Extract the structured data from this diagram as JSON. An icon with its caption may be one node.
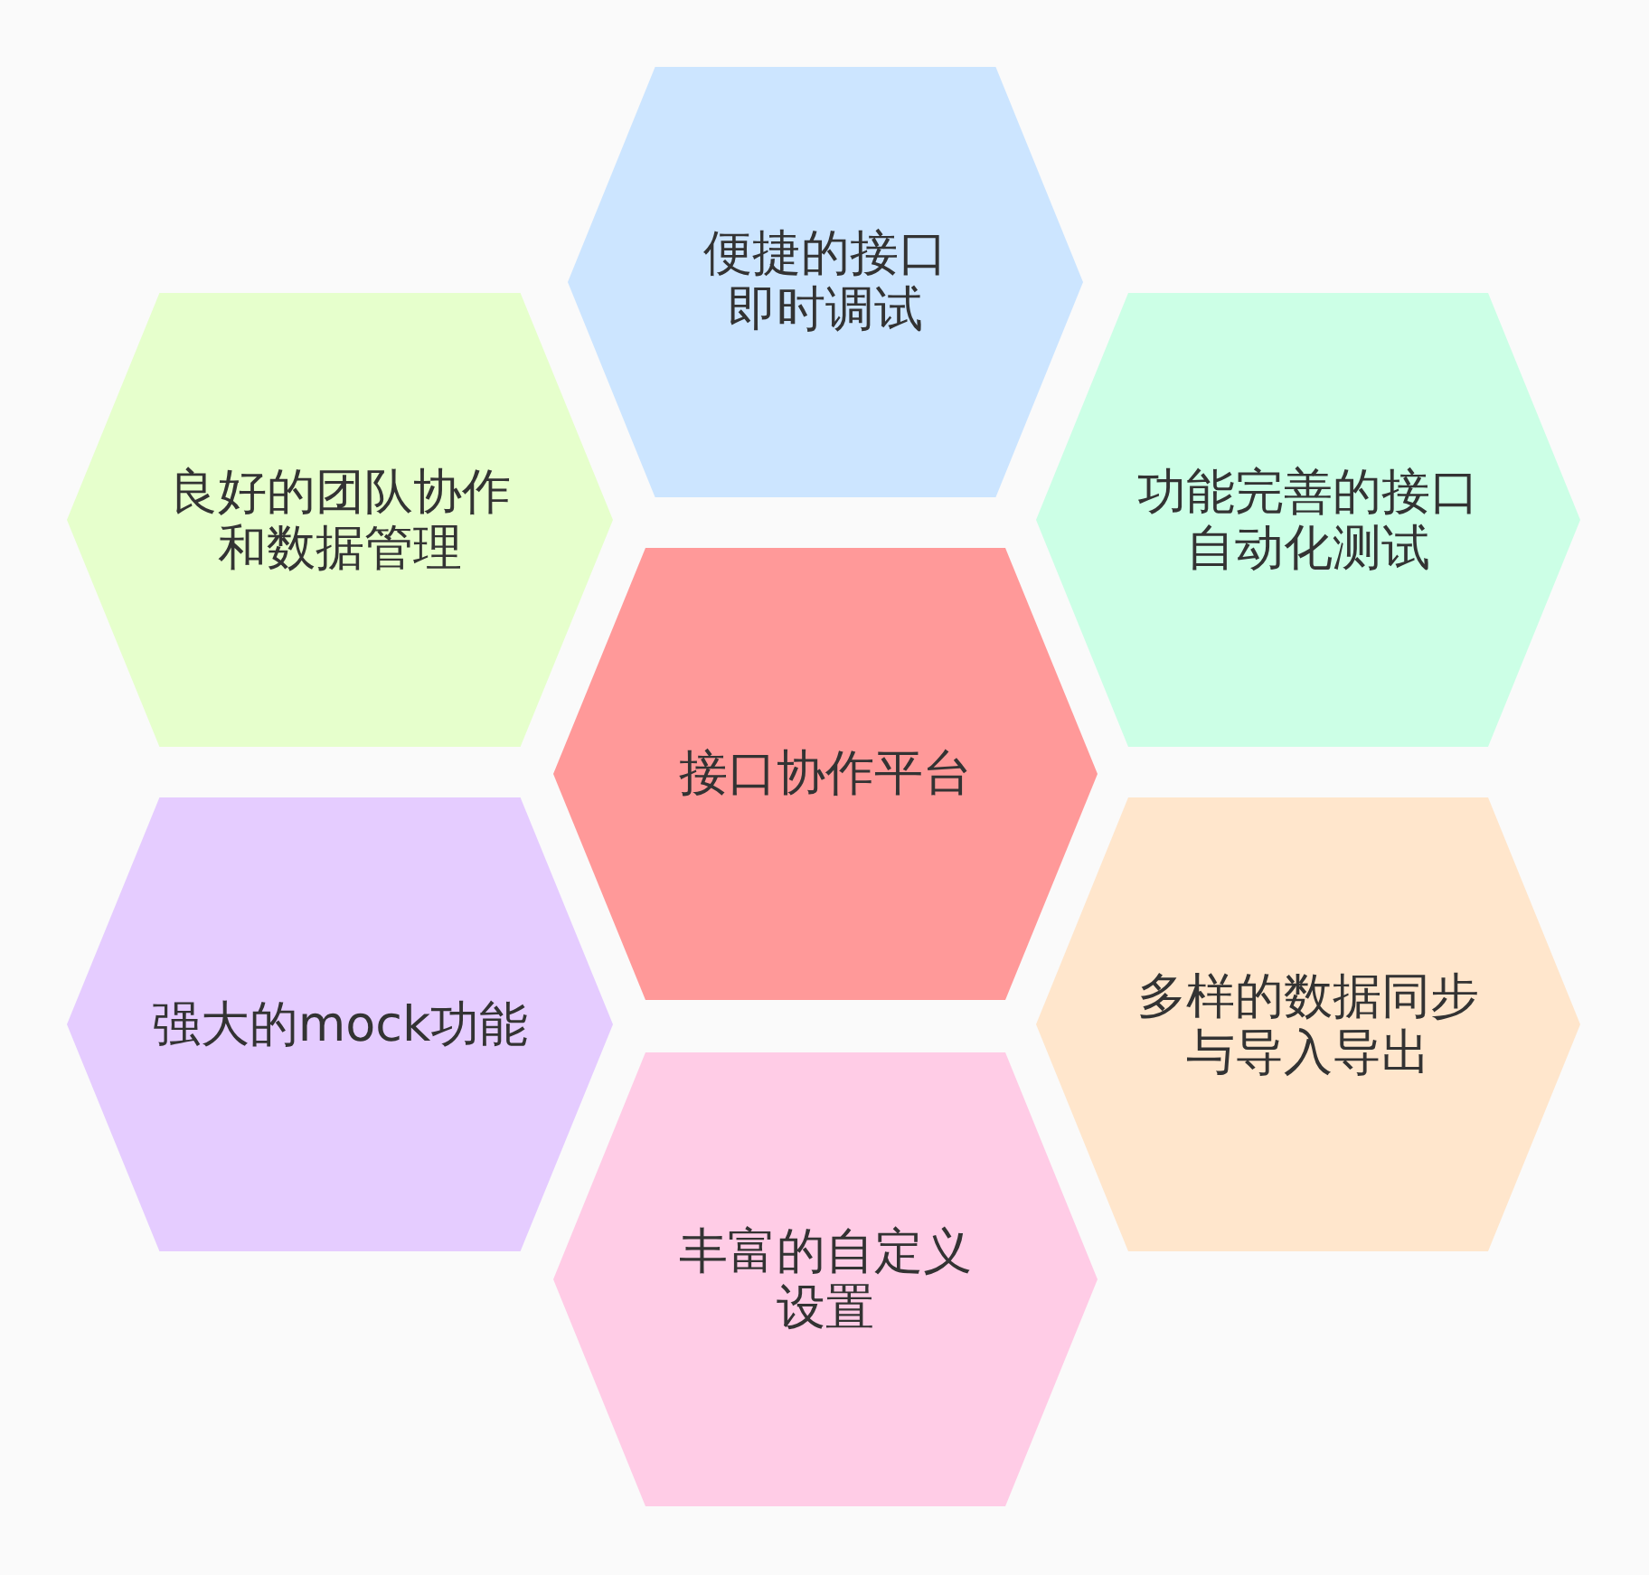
{
  "diagram": {
    "nodes": [
      {
        "text": [
          "便捷的接口即时调试"
        ]
      },
      {
        "text": [
          "良好的团队协作和数据管理"
        ]
      },
      {
        "text": [
          "功能完善的接口自动化测试"
        ]
      },
      {
        "text": [
          "接口协作平台"
        ]
      },
      {
        "text": [
          "强大的mock功能"
        ]
      },
      {
        "text": [
          "多样的数据同步与导入导出"
        ]
      },
      {
        "text": [
          "丰富的自定义设置"
        ]
      }
    ]
  }
}
